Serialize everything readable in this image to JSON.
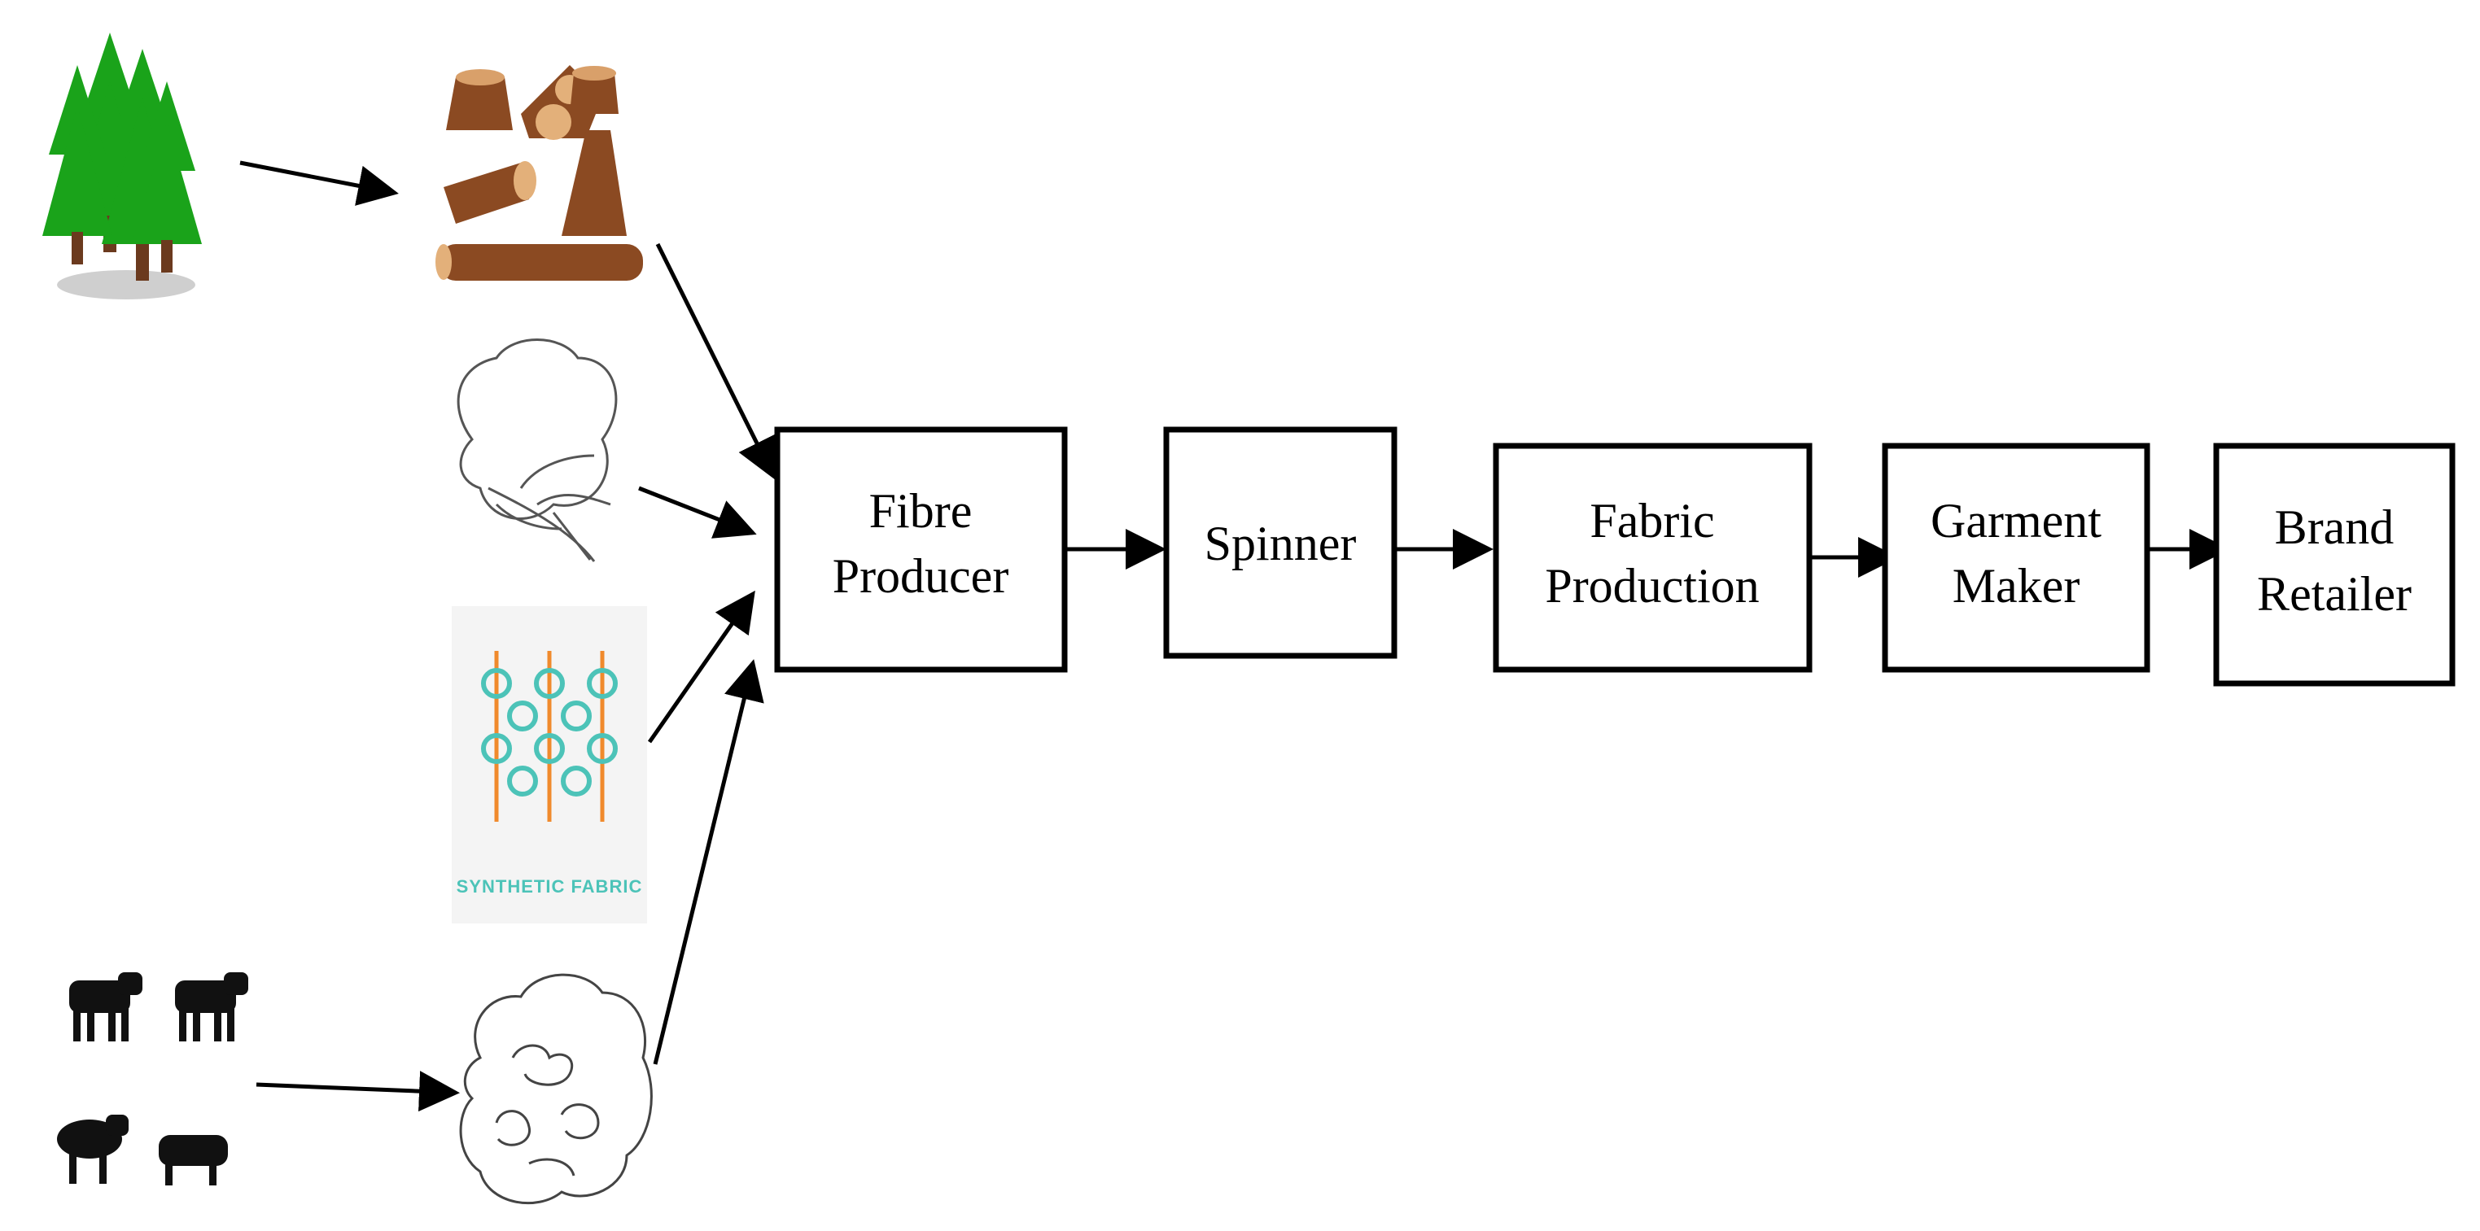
{
  "colors": {
    "tree": "#1aa31a",
    "trunk": "#6b3a1e",
    "wood": "#8b4a22",
    "synthetic": "#4cc3b8",
    "synthetic_bond": "#f08a2c",
    "animal": "#111111"
  },
  "sources": {
    "forest": {
      "icon": "trees-icon"
    },
    "wood": {
      "icon": "logs-icon"
    },
    "cotton": {
      "icon": "cotton-boll-icon"
    },
    "synthetic": {
      "icon": "synthetic-fabric-icon",
      "label": "SYNTHETIC FABRIC"
    },
    "livestock": {
      "icon": "livestock-icon"
    },
    "wool": {
      "icon": "wool-icon"
    }
  },
  "stages": [
    {
      "line1": "Fibre",
      "line2": "Producer"
    },
    {
      "line1": "Spinner",
      "line2": ""
    },
    {
      "line1": "Fabric",
      "line2": "Production"
    },
    {
      "line1": "Garment",
      "line2": "Maker"
    },
    {
      "line1": "Brand",
      "line2": "Retailer"
    }
  ]
}
